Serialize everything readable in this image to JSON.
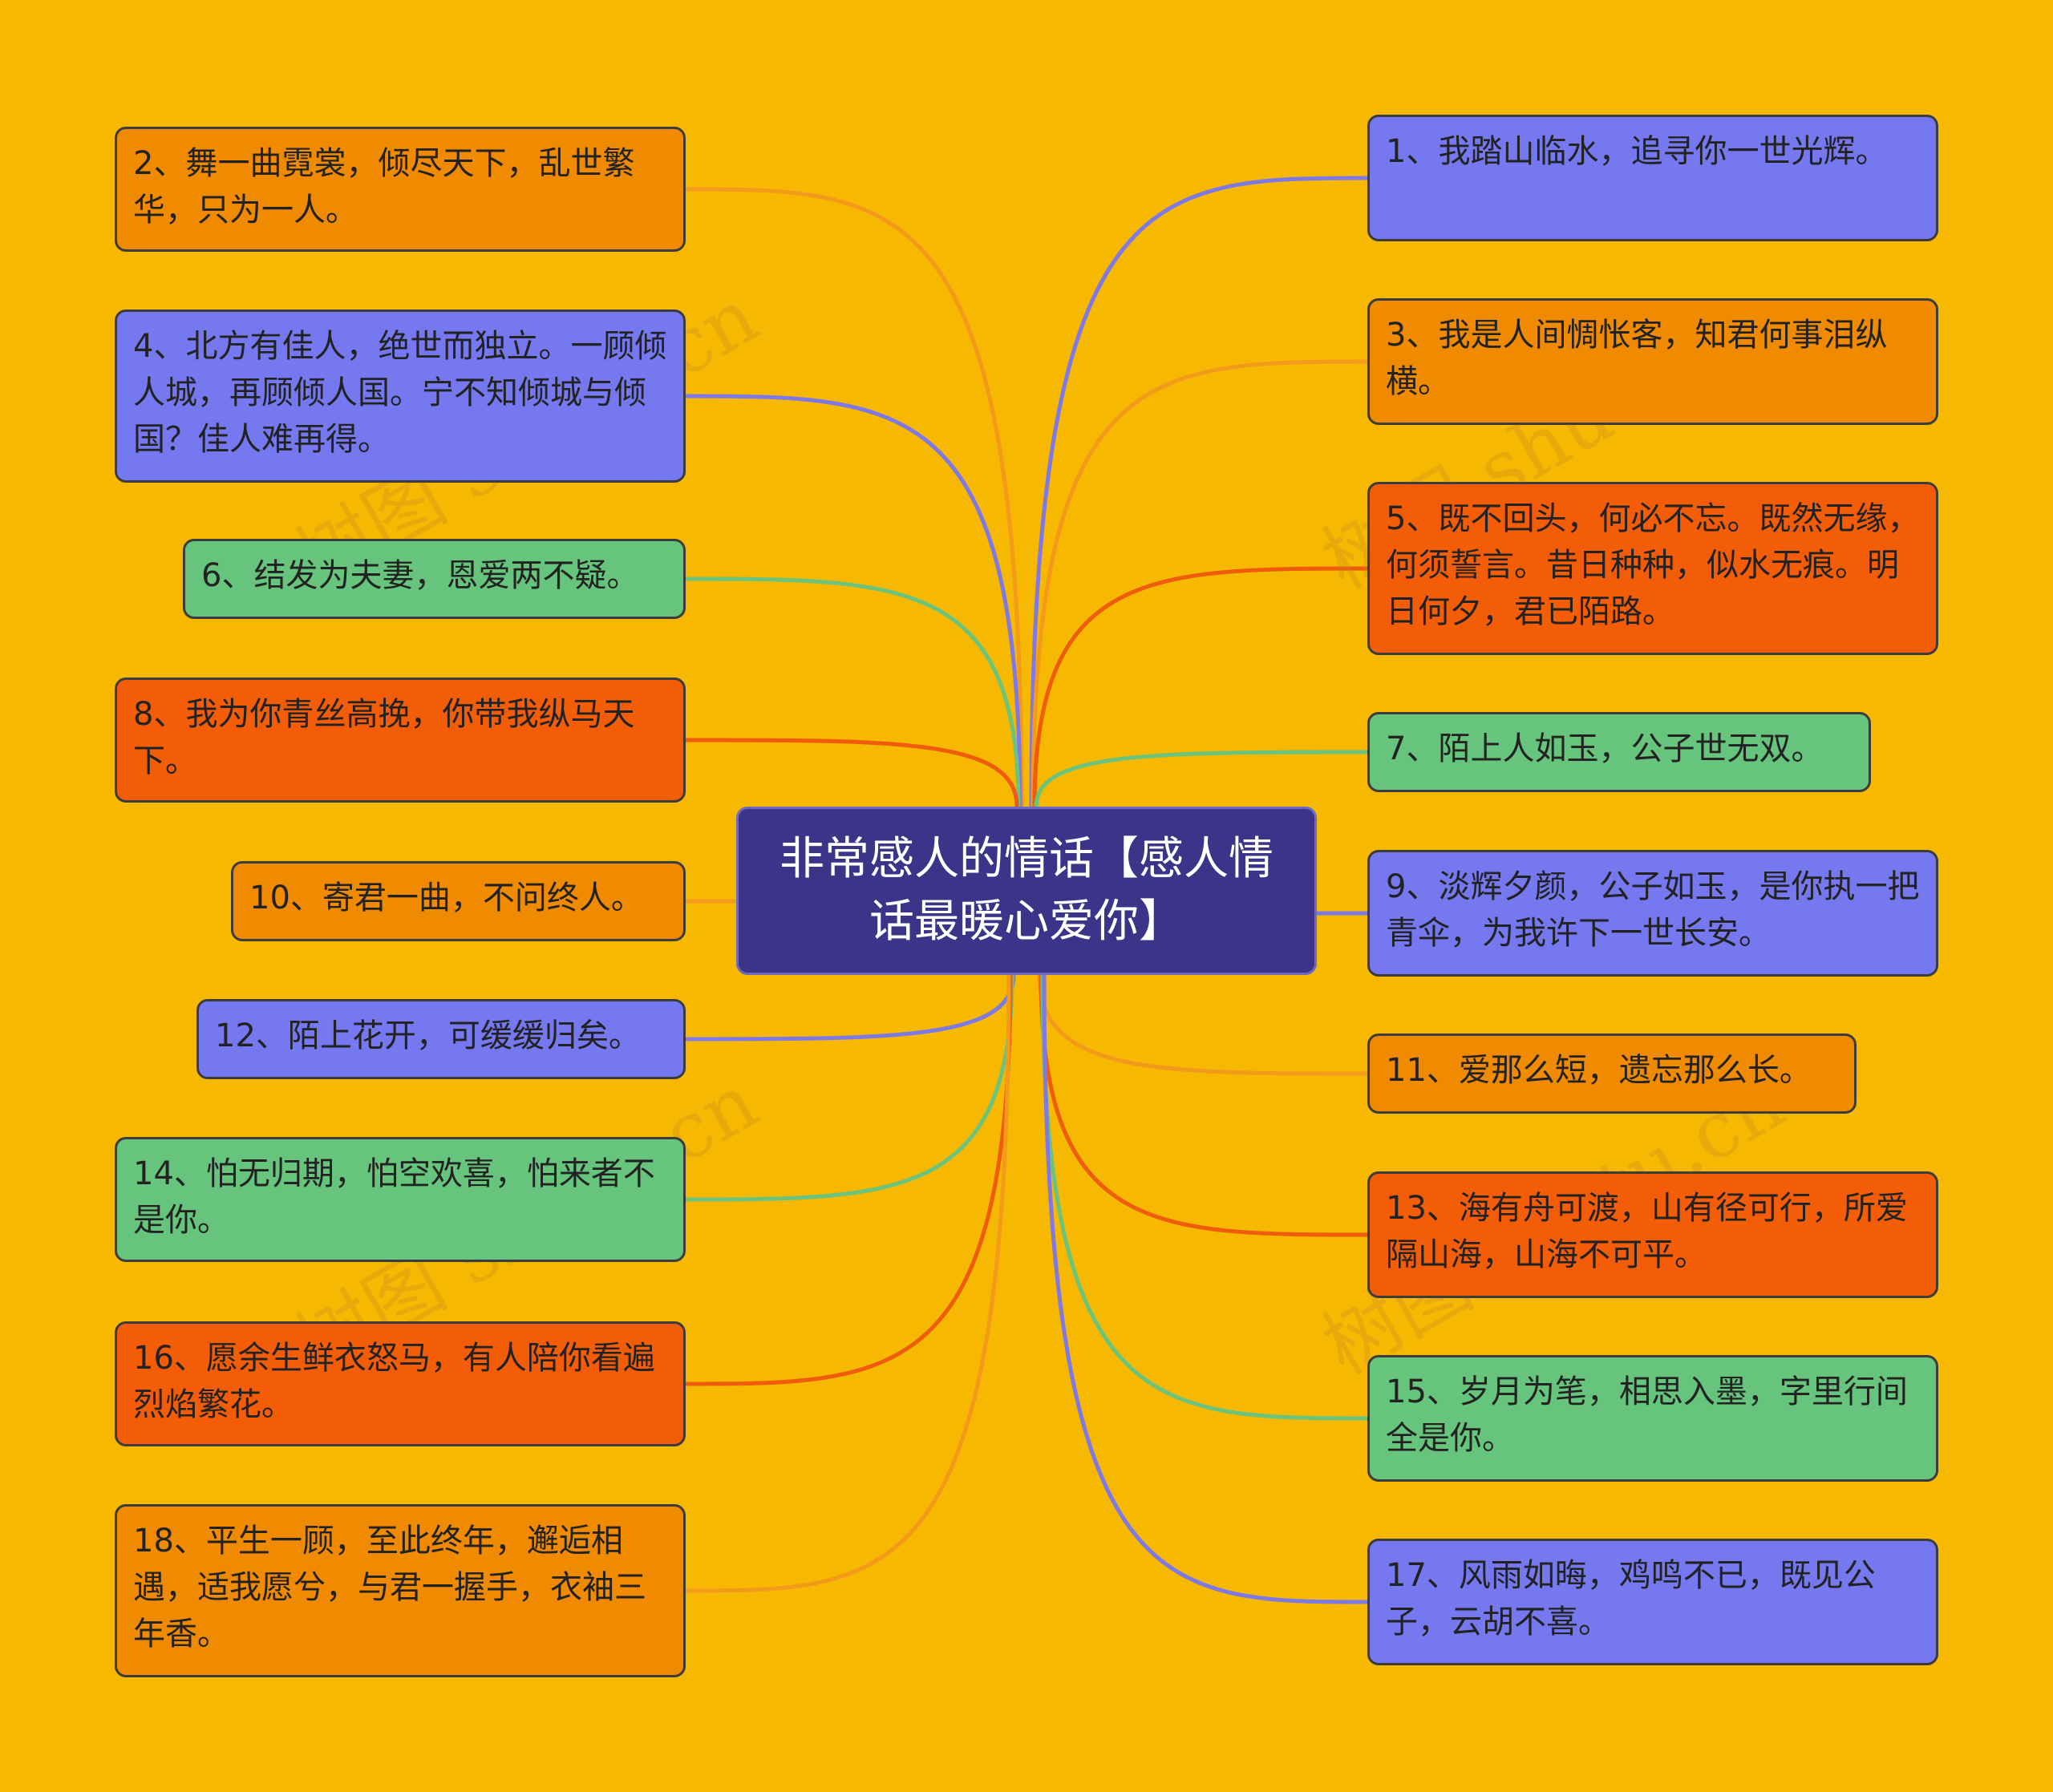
{
  "center": {
    "text": "非常感人的情话【感人情话最暖心爱你】"
  },
  "colors": {
    "background": "#f6b800",
    "center": "#3b3488",
    "orange": "#f08a00",
    "blue": "#7578ee",
    "green": "#66c47c",
    "red": "#f35d08",
    "line_orange": "#f39a1a",
    "line_blue": "#7e79e6",
    "line_green": "#6cc47c",
    "line_red": "#ee5c0c"
  },
  "watermark": "树图 shutu.cn",
  "left_items": [
    {
      "text": "2、舞一曲霓裳，倾尽天下，乱世繁华，只为一人。",
      "color": "orange"
    },
    {
      "text": "4、北方有佳人，绝世而独立。一顾倾人城，再顾倾人国。宁不知倾城与倾国？佳人难再得。",
      "color": "blue"
    },
    {
      "text": "6、结发为夫妻，恩爱两不疑。",
      "color": "green"
    },
    {
      "text": "8、我为你青丝高挽，你带我纵马天下。",
      "color": "red"
    },
    {
      "text": "10、寄君一曲，不问终人。",
      "color": "orange"
    },
    {
      "text": "12、陌上花开，可缓缓归矣。",
      "color": "blue"
    },
    {
      "text": "14、怕无归期，怕空欢喜，怕来者不是你。",
      "color": "green"
    },
    {
      "text": "16、愿余生鲜衣怒马，有人陪你看遍烈焰繁花。",
      "color": "red"
    },
    {
      "text": "18、平生一顾，至此终年，邂逅相遇，适我愿兮，与君一握手，衣袖三年香。",
      "color": "orange"
    }
  ],
  "right_items": [
    {
      "text": "1、我踏山临水，追寻你一世光辉。",
      "color": "blue"
    },
    {
      "text": "3、我是人间惆怅客，知君何事泪纵横。",
      "color": "orange"
    },
    {
      "text": "5、既不回头，何必不忘。既然无缘，何须誓言。昔日种种，似水无痕。明日何夕，君已陌路。",
      "color": "red"
    },
    {
      "text": "7、陌上人如玉，公子世无双。",
      "color": "green"
    },
    {
      "text": "9、淡辉夕颜，公子如玉，是你执一把青伞，为我许下一世长安。",
      "color": "blue"
    },
    {
      "text": "11、爱那么短，遗忘那么长。",
      "color": "orange"
    },
    {
      "text": "13、海有舟可渡，山有径可行，所爱隔山海，山海不可平。",
      "color": "red"
    },
    {
      "text": "15、岁月为笔，相思入墨，字里行间全是你。",
      "color": "green"
    },
    {
      "text": "17、风雨如晦，鸡鸣不已，既见公子，云胡不喜。",
      "color": "blue"
    }
  ]
}
